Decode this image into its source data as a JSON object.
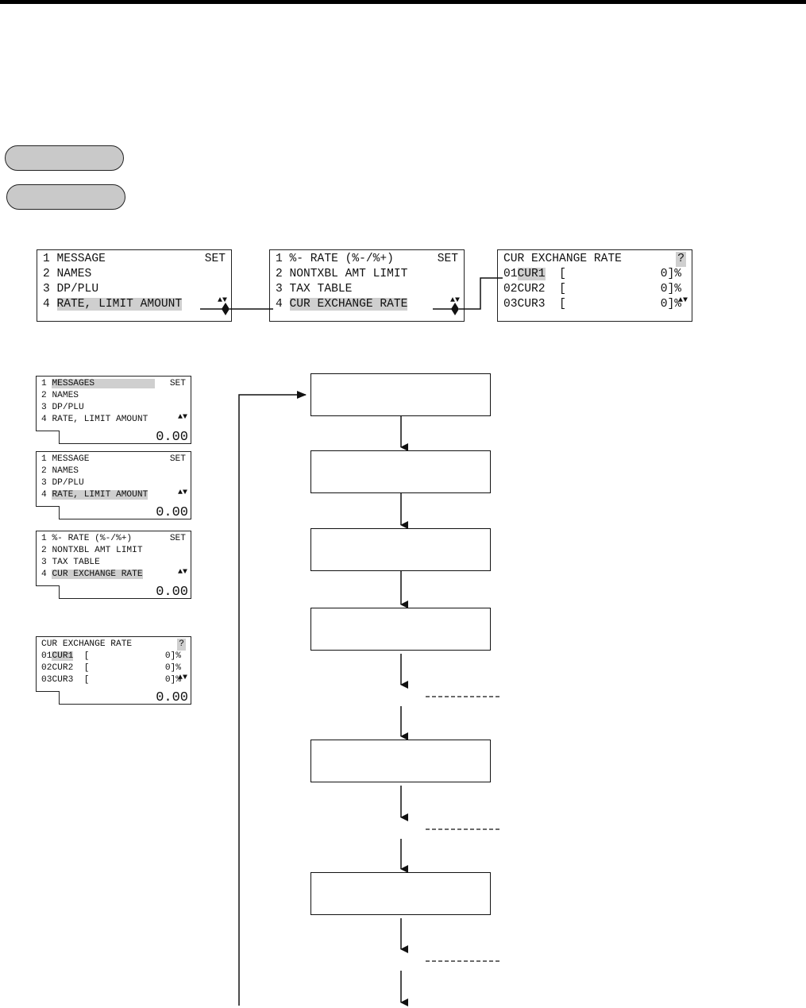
{
  "top_panels": [
    {
      "rows": [
        {
          "num": "1",
          "text": "MESSAGE",
          "right": "SET"
        },
        {
          "num": "2",
          "text": "NAMES"
        },
        {
          "num": "3",
          "text": "DP/PLU"
        },
        {
          "num": "4",
          "text": "RATE, LIMIT AMOUNT",
          "highlight": true
        }
      ]
    },
    {
      "rows": [
        {
          "num": "1",
          "text": "%- RATE (%-/%+)",
          "right": "SET"
        },
        {
          "num": "2",
          "text": "NONTXBL AMT LIMIT"
        },
        {
          "num": "3",
          "text": "TAX TABLE"
        },
        {
          "num": "4",
          "text": "CUR EXCHANGE RATE",
          "highlight": true
        }
      ]
    },
    {
      "title": "CUR EXCHANGE RATE",
      "question": "?",
      "rows": [
        {
          "code": "01",
          "name": "CUR1",
          "bracket": "[",
          "value": "0]%",
          "highlight": true
        },
        {
          "code": "02",
          "name": "CUR2",
          "bracket": "[",
          "value": "0]%"
        },
        {
          "code": "03",
          "name": "CUR3",
          "bracket": "[",
          "value": "0]%"
        }
      ]
    }
  ],
  "side_panels": [
    {
      "rows": [
        {
          "num": "1",
          "text": "MESSAGES",
          "right": "SET",
          "highlight": true
        },
        {
          "num": "2",
          "text": "NAMES"
        },
        {
          "num": "3",
          "text": "DP/PLU"
        },
        {
          "num": "4",
          "text": "RATE, LIMIT AMOUNT"
        }
      ],
      "amount": "0.00"
    },
    {
      "rows": [
        {
          "num": "1",
          "text": "MESSAGE",
          "right": "SET"
        },
        {
          "num": "2",
          "text": "NAMES"
        },
        {
          "num": "3",
          "text": "DP/PLU"
        },
        {
          "num": "4",
          "text": "RATE, LIMIT AMOUNT",
          "highlight": true
        }
      ],
      "amount": "0.00"
    },
    {
      "rows": [
        {
          "num": "1",
          "text": "%- RATE (%-/%+)",
          "right": "SET"
        },
        {
          "num": "2",
          "text": "NONTXBL AMT LIMIT"
        },
        {
          "num": "3",
          "text": "TAX TABLE"
        },
        {
          "num": "4",
          "text": "CUR EXCHANGE RATE",
          "highlight": true
        }
      ],
      "amount": "0.00"
    },
    {
      "title": "CUR EXCHANGE RATE",
      "question": "?",
      "rows": [
        {
          "code": "01",
          "name": "CUR1",
          "bracket": "[",
          "value": "0]%",
          "highlight": true
        },
        {
          "code": "02",
          "name": "CUR2",
          "bracket": "[",
          "value": "0]%"
        },
        {
          "code": "03",
          "name": "CUR3",
          "bracket": "[",
          "value": "0]%"
        }
      ],
      "amount": "0.00"
    }
  ],
  "arrow_glyph": "▲▼",
  "colors": {
    "highlight": "#cfcfcf",
    "pill": "#c9c9c9",
    "rule": "#000000"
  }
}
